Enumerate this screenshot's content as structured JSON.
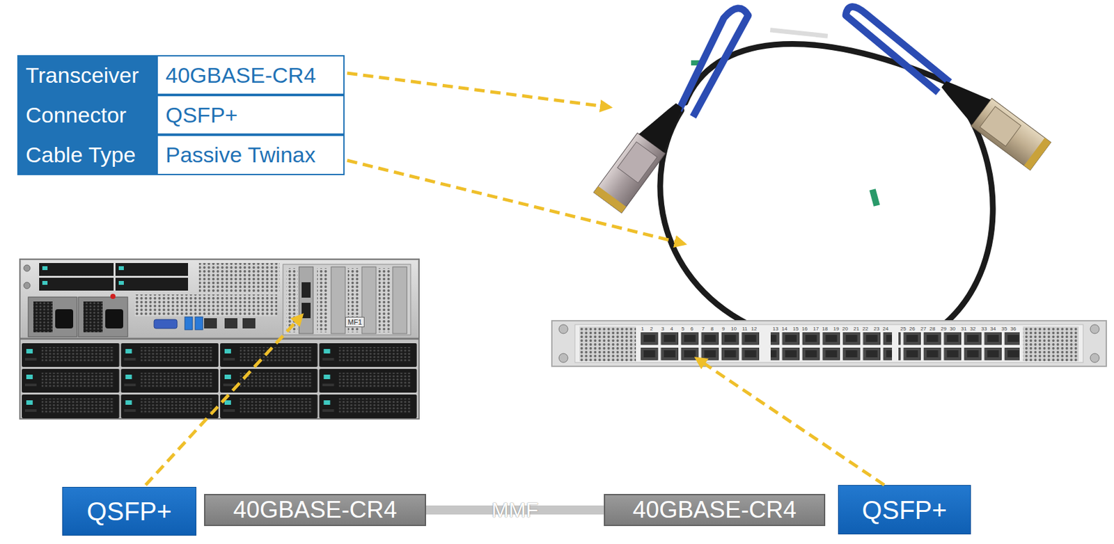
{
  "diagram": {
    "nodes": [
      {
        "text": [
          "QSFP+"
        ]
      },
      {
        "text": [
          "40GBASE-CR4"
        ]
      },
      {
        "text": [
          "40GBASE-CR4"
        ]
      },
      {
        "text": [
          "QSFP+"
        ]
      }
    ],
    "edges": [
      {
        "from": 1,
        "to": 2,
        "arrow": "none",
        "label": "MMF"
      }
    ],
    "labels": [
      "Transceiver",
      "40GBASE-CR4",
      "Connector",
      "QSFP+",
      "Cable Type",
      "Passive Twinax",
      "MF1",
      "1",
      "2",
      "3",
      "4",
      "5",
      "6",
      "7",
      "8",
      "9",
      "10",
      "11",
      "12",
      "13",
      "14",
      "15",
      "16",
      "17",
      "18",
      "19",
      "20",
      "21",
      "22",
      "23",
      "24",
      "25",
      "26",
      "27",
      "28",
      "29",
      "30",
      "31",
      "32",
      "33",
      "34",
      "35",
      "36"
    ]
  }
}
